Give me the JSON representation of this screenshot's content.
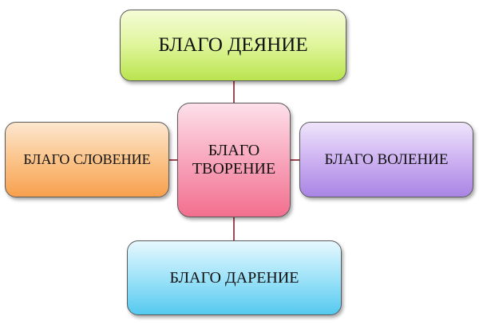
{
  "diagram": {
    "nodes": {
      "top": "БЛАГО ДЕЯНИЕ",
      "left": "БЛАГО СЛОВЕНИЕ",
      "center_line1": "БЛАГО",
      "center_line2": "ТВОРЕНИЕ",
      "right": "БЛАГО ВОЛЕНИЕ",
      "bottom": "БЛАГО ДАРЕНИЕ"
    },
    "colors": {
      "connector": "#8b1a2b",
      "top": "#c8ea6e",
      "left": "#f9b36c",
      "center": "#f58aa6",
      "right": "#bb9ceb",
      "bottom": "#7dd6f4"
    }
  }
}
